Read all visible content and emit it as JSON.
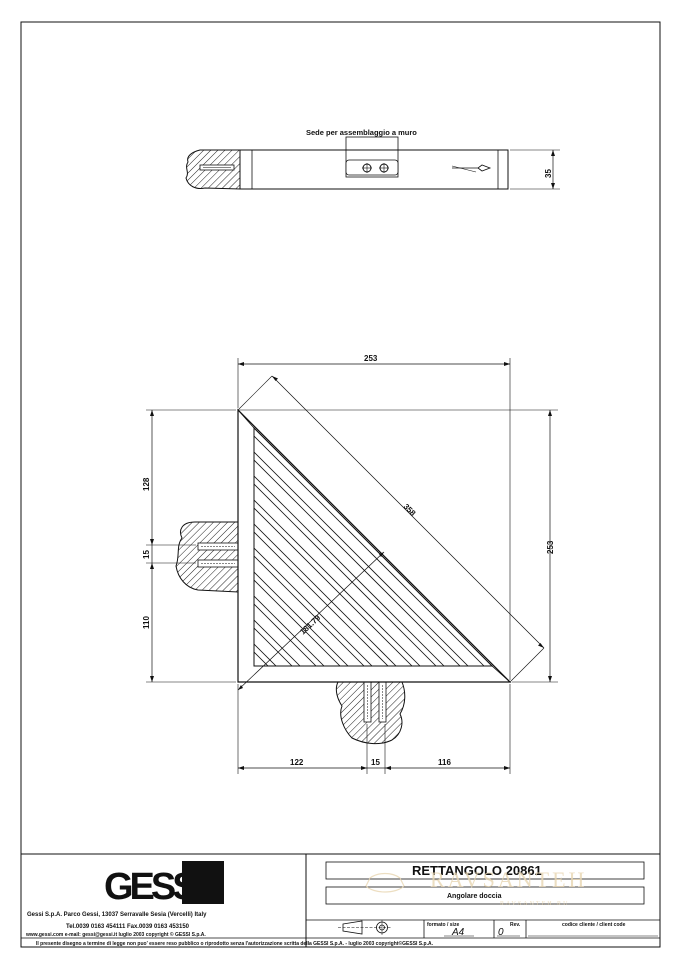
{
  "top_view": {
    "note": "Sede per assemblaggio a muro",
    "thickness_dim": "35"
  },
  "plan_view": {
    "width_top": "253",
    "height_right": "253",
    "diag_outer": "358",
    "diag_inner": "181.79",
    "left_upper": "128",
    "left_mid": "15",
    "left_lower": "110",
    "bottom_left": "122",
    "bottom_mid": "15",
    "bottom_right": "116"
  },
  "title_block": {
    "logo": "GESSI",
    "address_line": "Gessi S.p.A. Parco Gessi, 13037 Serravalle Sesia (Vercelli) Italy",
    "phone_line": "Tel.0039 0163 454111 Fax.0039 0163 453150",
    "web_line": "www.gessi.com  e-mail: gessi@gessi.it     luglio 2003     copyright © GESSI S.p.A.",
    "legal_line": "Il presente disegno a termine di legge non puo' essere reso pubblico o riprodotto senza l'autorizzazione scritta della GESSI S.p.A. - luglio 2003   copyright©GESSI S.p.A.",
    "product_title": "RETTANGOLO 20861",
    "product_subtitle": "Angolare doccia",
    "format_label": "formato / size",
    "format_value": "A4",
    "rev_label": "Rev.",
    "rev_value": "0",
    "client_code_label": "codice cliente / client code"
  },
  "watermark": {
    "text": "RAVSANTEH",
    "subtext": "RAVSANTEH.RU"
  }
}
